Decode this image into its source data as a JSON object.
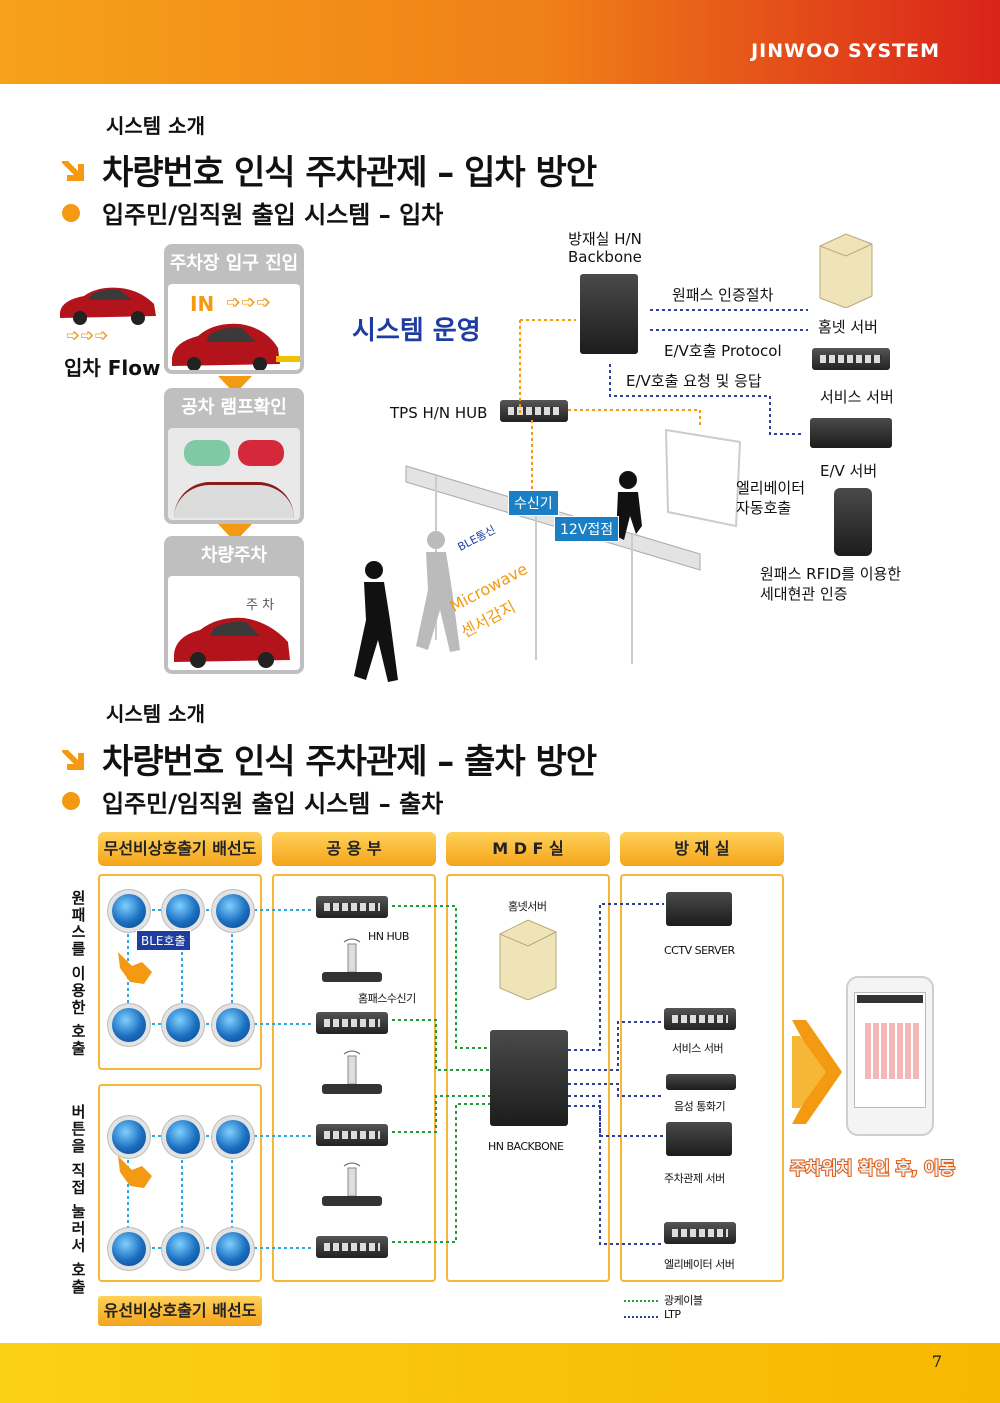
{
  "brand": "JINWOO SYSTEM",
  "page_number": "7",
  "section1": {
    "kicker": "시스템 소개",
    "title": "차량번호 인식 주차관제 – 입차 방안",
    "subtitle": "입주민/임직원 출입 시스템 – 입차"
  },
  "flow": {
    "caption": "입차 Flow",
    "step1_title": "주차장 입구 진입",
    "step1_in": "IN",
    "step2_title": "공차 램프확인",
    "step3_title": "차량주차",
    "step3_note": "주 차"
  },
  "system": {
    "title": "시스템 운영",
    "backbone": "방재실 H/N\nBackbone",
    "onepass_auth": "원패스 인증절차",
    "ev_protocol": "E/V호출 Protocol",
    "ev_request": "E/V호출 요청 및 응답",
    "homenet_server": "홈넷 서버",
    "service_server": "서비스 서버",
    "ev_server": "E/V 서버",
    "tps_hub": "TPS H/N HUB",
    "receiver": "수신기",
    "contact": "12V접점",
    "ble": "BLE통신",
    "microwave": "Microwave",
    "sensor": "센서감지",
    "elevator_call": "엘리베이터\n자동호출",
    "rfid_auth": "원패스 RFID를 이용한\n세대현관 인증"
  },
  "section2": {
    "kicker": "시스템 소개",
    "title": "차량번호 인식 주차관제 – 출차 방안",
    "subtitle": "입주민/임직원 출입 시스템 – 출차"
  },
  "diagram": {
    "col1": "무선비상호출기 배선도",
    "col2": "공 용 부",
    "col3": "M D F 실",
    "col4": "방 재 실",
    "left_top_vertical": "원패스를 이용한 호출",
    "left_bottom_vertical": "버튼을 직접 눌러서 호출",
    "ble_call": "BLE호출",
    "hn_hub": "HN HUB",
    "onepass_receiver": "홈패스수신기",
    "homenet_server": "홈넷서버",
    "hn_backbone": "HN BACKBONE",
    "cctv_server": "CCTV SERVER",
    "service_server": "서비스 서버",
    "voice_phone": "음성 통화기",
    "parking_server": "주차관제 서버",
    "elevator_server": "엘리베이터 서버",
    "wired_banner": "유선비상호출기 배선도",
    "phone_caption": "주차위치 확인 후, 이동",
    "legend_fiber": "광케이블",
    "legend_ltp": "LTP",
    "colors": {
      "fiber": "#1f9e3a",
      "ltp": "#2a3f9e",
      "blue_link": "#2fa6e0"
    }
  }
}
